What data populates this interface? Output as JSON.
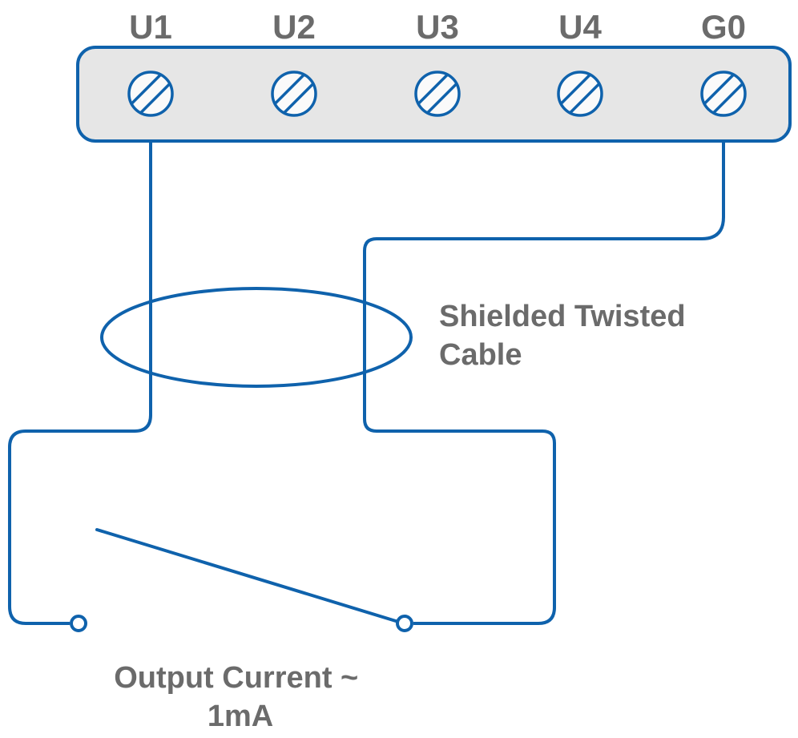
{
  "colors": {
    "wire": "#0f62ac",
    "block_fill": "#e6e6e6",
    "terminal_fill": "#fafafa",
    "text": "#6b6b6b",
    "background": "#ffffff"
  },
  "terminal_block": {
    "terminals": [
      {
        "label": "U1",
        "icon": "screw-terminal-icon"
      },
      {
        "label": "U2",
        "icon": "screw-terminal-icon"
      },
      {
        "label": "U3",
        "icon": "screw-terminal-icon"
      },
      {
        "label": "U4",
        "icon": "screw-terminal-icon"
      },
      {
        "label": "G0",
        "icon": "screw-terminal-icon"
      }
    ]
  },
  "annotations": {
    "cable": {
      "line1": "Shielded Twisted",
      "line2": "Cable"
    },
    "output_current": {
      "line1": "Output Current ~",
      "line2": "1mA"
    }
  },
  "icons": {
    "screw_terminal": "circle-with-double-diagonal-slash",
    "switch_contact": "small-open-circle",
    "cable_shield": "ellipse-loop-around-wires"
  }
}
